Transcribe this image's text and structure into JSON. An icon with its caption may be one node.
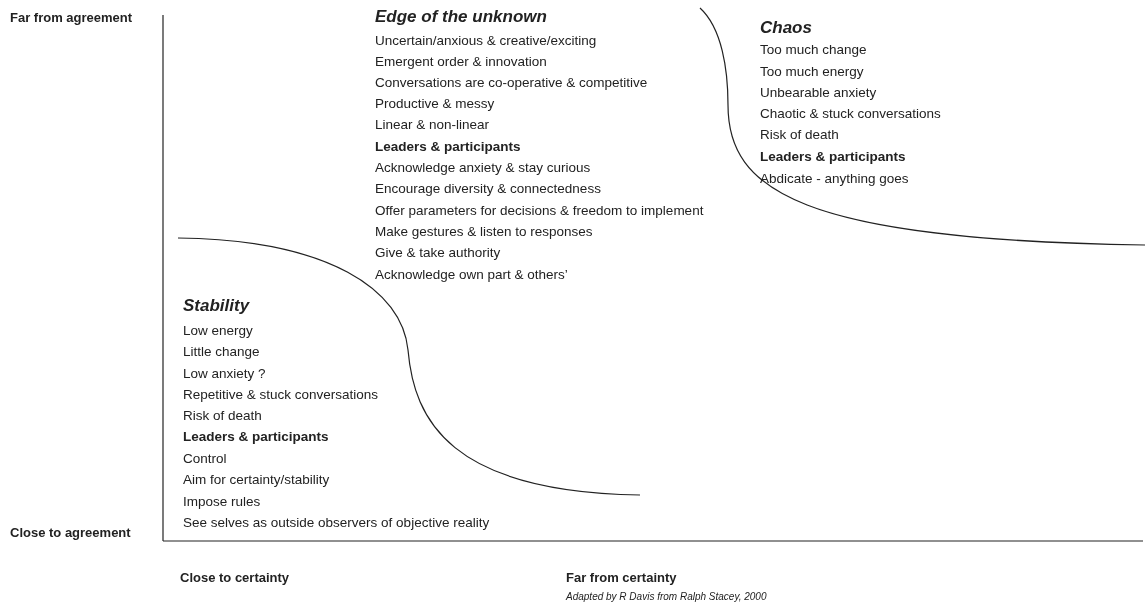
{
  "diagram": {
    "caption": "Adapted by R Davis from Ralph Stacey, 2000",
    "labels": [
      "Far from agreement",
      "Edge of the unknown",
      "Uncertain/anxious & creative/exciting",
      "Emergent order & innovation",
      "Conversations are co-operative & competitive",
      "Productive & messy",
      "Linear & non-linear",
      "Leaders & participants",
      "Acknowledge anxiety & stay curious",
      "Encourage diversity & connectedness",
      "Offer parameters for decisions & freedom to implement",
      "Make gestures & listen to responses",
      "Give & take authority",
      "Acknowledge own part & others’",
      "Chaos",
      "Too much change",
      "Too much energy",
      "Unbearable anxiety",
      "Chaotic & stuck conversations",
      "Risk of death",
      "Leaders & participants",
      "Abdicate - anything goes",
      "Stability",
      "Low energy",
      "Little change",
      "Low anxiety ?",
      "Repetitive & stuck conversations",
      "Risk of death",
      "Leaders & participants",
      "Control",
      "Aim for certainty/stability",
      "Impose rules",
      "See selves as outside observers of objective reality",
      "Close to agreement",
      "Close to certainty",
      "Far from certainty"
    ]
  }
}
